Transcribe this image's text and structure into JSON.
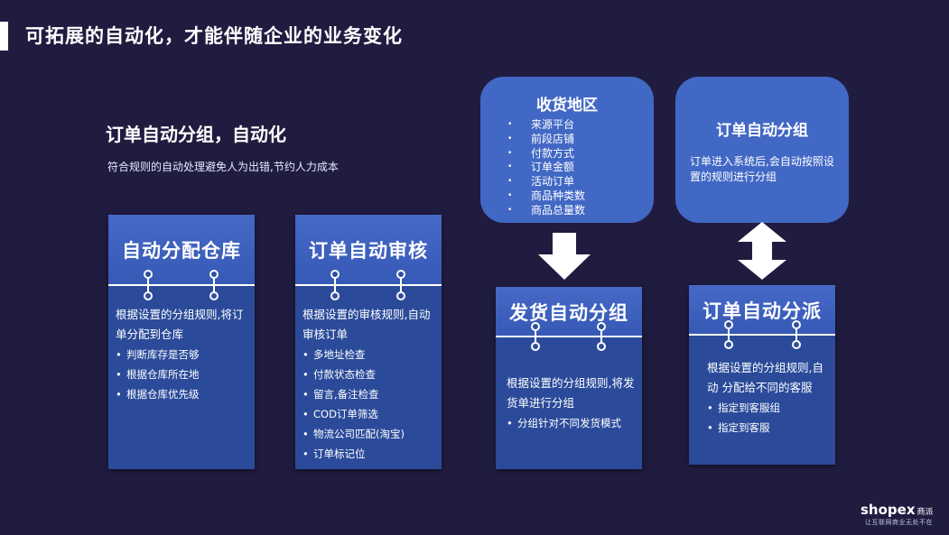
{
  "page": {
    "title": "可拓展的自动化，才能伴随企业的业务变化",
    "subtitle": "订单自动分组，自动化",
    "description": "符合规则的自动处理避免人为出错,节约人力成本"
  },
  "cards": {
    "warehouse": {
      "title": "自动分配仓库",
      "text": "根据设置的分组规则,将订单分配到仓库",
      "items": [
        "判断库存是否够",
        "根据仓库所在地",
        "根据仓库优先级"
      ]
    },
    "review": {
      "title": "订单自动审核",
      "text": "根据设置的审核规则,自动审核订单",
      "items": [
        "多地址检查",
        "付款状态检查",
        "留言,备注检查",
        "COD订单筛选",
        "物流公司匹配(淘宝)",
        "订单标记位"
      ]
    },
    "shipping": {
      "title": "发货自动分组",
      "text": "根据设置的分组规则,将发货单进行分组",
      "items": [
        "分组针对不同发货模式"
      ]
    },
    "dispatch": {
      "title": "订单自动分派",
      "text": "根据设置的分组规则,自动 分配给不同的客服",
      "items": [
        "指定到客服组",
        "指定到客服"
      ]
    }
  },
  "bubbles": {
    "region": {
      "title": "收货地区",
      "items": [
        "来源平台",
        "前段店铺",
        "付款方式",
        "订单金额",
        "活动订单",
        "商品种类数",
        "商品总量数"
      ]
    },
    "grouping": {
      "title": "订单自动分组",
      "text": "订单进入系统后,会自动按照设置的规则进行分组"
    }
  },
  "brand": {
    "logo": "shopex",
    "logo_suffix": "商派",
    "slogan": "让互联网商业无处不在"
  }
}
